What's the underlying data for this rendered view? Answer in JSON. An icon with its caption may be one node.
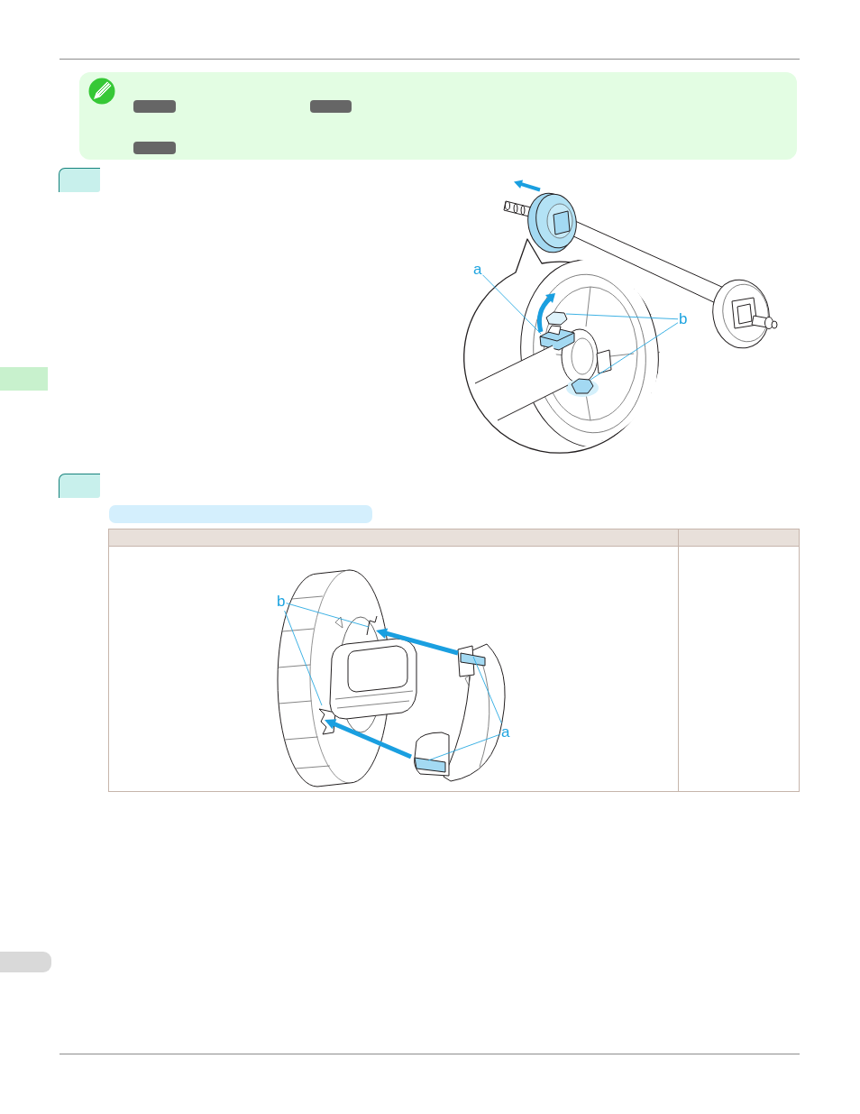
{
  "diagram": {
    "nodes": [
      {
        "text": [
          "a"
        ]
      },
      {
        "text": [
          "b"
        ]
      },
      {
        "text": [],
        "shape": "bar"
      },
      {
        "text": [
          "b"
        ]
      },
      {
        "text": [
          "a"
        ]
      }
    ],
    "edges": [
      {
        "from": 0,
        "to": null,
        "arrow": "none"
      },
      {
        "from": 1,
        "to": null,
        "arrow": "none"
      },
      {
        "from": 1,
        "to": null,
        "arrow": "none"
      },
      {
        "from": 3,
        "to": null,
        "arrow": "none"
      },
      {
        "from": 3,
        "to": null,
        "arrow": "none"
      },
      {
        "from": 4,
        "to": null,
        "arrow": "none"
      },
      {
        "from": 4,
        "to": null,
        "arrow": "none"
      }
    ]
  }
}
